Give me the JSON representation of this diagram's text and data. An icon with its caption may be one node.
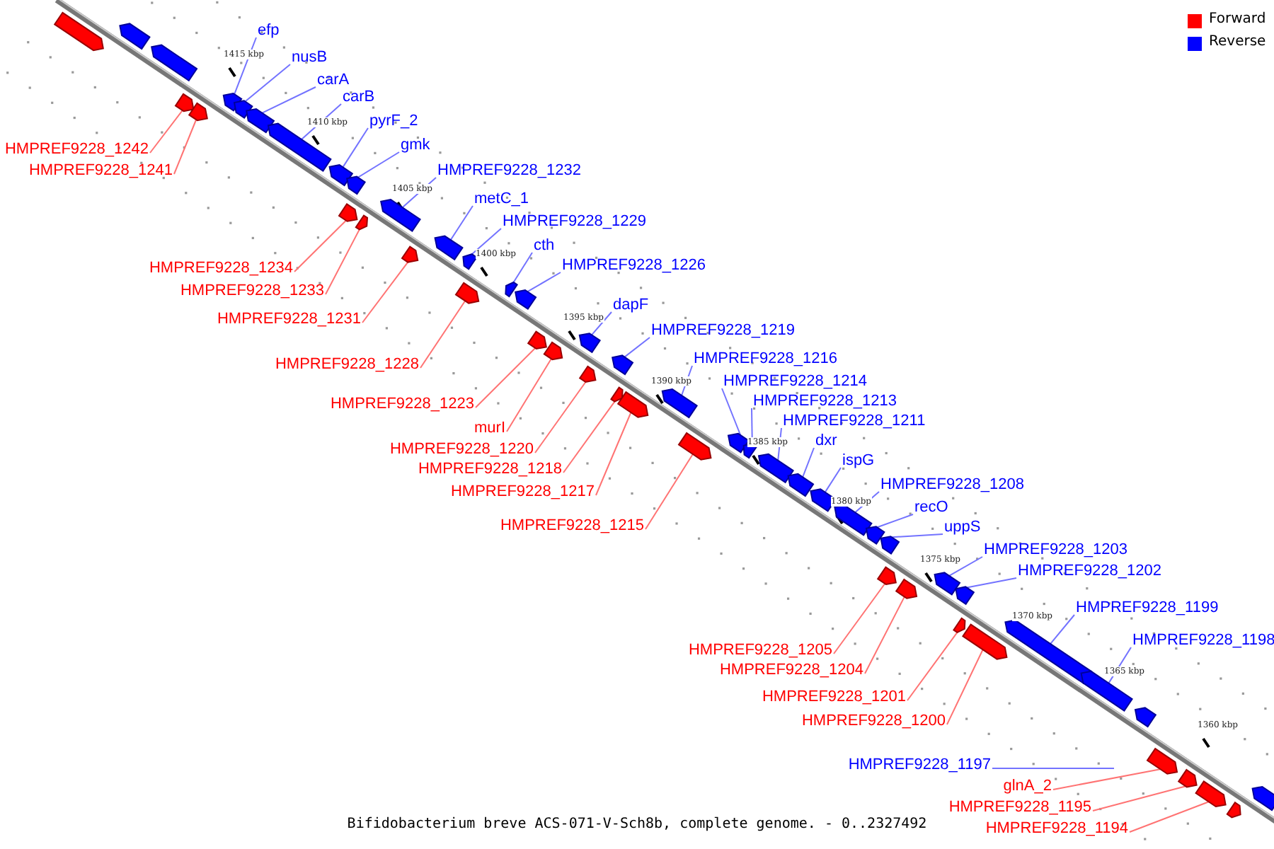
{
  "diagram": {
    "caption": "Bifidobacterium breve ACS-071-V-Sch8b, complete genome. - 0..2327492",
    "nodes": [
      {
        "text": [],
        "shape": "box"
      },
      {
        "text": [],
        "shape": "box"
      },
      {
        "text": [],
        "shape": "box"
      },
      {
        "text": [],
        "shape": "box"
      },
      {
        "text": [],
        "shape": "box"
      },
      {
        "text": [],
        "shape": "box"
      },
      {
        "text": [],
        "shape": "box"
      },
      {
        "text": [],
        "shape": "box"
      },
      {
        "text": [],
        "shape": "box"
      },
      {
        "text": [],
        "shape": "box"
      },
      {
        "text": [],
        "shape": "box"
      },
      {
        "text": [],
        "shape": "box"
      },
      {
        "text": [],
        "shape": "box"
      },
      {
        "text": [],
        "shape": "box"
      },
      {
        "text": [],
        "shape": "box"
      },
      {
        "text": [],
        "shape": "box"
      },
      {
        "text": [],
        "shape": "box"
      },
      {
        "text": [],
        "shape": "box"
      },
      {
        "text": [],
        "shape": "box"
      },
      {
        "text": [],
        "shape": "box"
      },
      {
        "text": [],
        "shape": "box"
      },
      {
        "text": [],
        "shape": "box"
      },
      {
        "text": [],
        "shape": "box"
      },
      {
        "text": [],
        "shape": "box"
      },
      {
        "text": [],
        "shape": "box"
      },
      {
        "text": [],
        "shape": "box"
      },
      {
        "text": [],
        "shape": "box"
      },
      {
        "text": [],
        "shape": "box"
      },
      {
        "text": [],
        "shape": "box"
      },
      {
        "text": [],
        "shape": "box"
      },
      {
        "text": [],
        "shape": "box"
      },
      {
        "text": [],
        "shape": "box"
      },
      {
        "text": [],
        "shape": "box"
      },
      {
        "text": [],
        "shape": "box"
      },
      {
        "text": [],
        "shape": "box"
      },
      {
        "text": [],
        "shape": "box"
      },
      {
        "text": [],
        "shape": "box"
      },
      {
        "text": [],
        "shape": "box"
      },
      {
        "text": [],
        "shape": "box"
      },
      {
        "text": [],
        "shape": "box"
      },
      {
        "text": [],
        "shape": "box"
      },
      {
        "text": [],
        "shape": "box"
      },
      {
        "text": [],
        "shape": "box"
      },
      {
        "text": [],
        "shape": "box"
      },
      {
        "text": [],
        "shape": "box"
      },
      {
        "text": [],
        "shape": "box"
      },
      {
        "text": [],
        "shape": "box"
      },
      {
        "text": [],
        "shape": "box"
      },
      {
        "text": [],
        "shape": "box"
      },
      {
        "text": [],
        "shape": "box"
      },
      {
        "text": [],
        "shape": "box"
      },
      {
        "text": [
          "efp"
        ]
      },
      {
        "text": [
          "nusB"
        ]
      },
      {
        "text": [
          "carA"
        ]
      },
      {
        "text": [
          "carB"
        ]
      },
      {
        "text": [
          "pyrF_2"
        ]
      },
      {
        "text": [
          "gmk"
        ]
      },
      {
        "text": [
          "HMPREF9228_1232"
        ]
      },
      {
        "text": [
          "metC_1"
        ]
      },
      {
        "text": [
          "HMPREF9228_1229"
        ]
      },
      {
        "text": [
          "cth"
        ]
      },
      {
        "text": [
          "HMPREF9228_1226"
        ]
      },
      {
        "text": [
          "dapF"
        ]
      },
      {
        "text": [
          "HMPREF9228_1219"
        ]
      },
      {
        "text": [
          "HMPREF9228_1216"
        ]
      },
      {
        "text": [
          "HMPREF9228_1214"
        ]
      },
      {
        "text": [
          "HMPREF9228_1213"
        ]
      },
      {
        "text": [
          "HMPREF9228_1211"
        ]
      },
      {
        "text": [
          "dxr"
        ]
      },
      {
        "text": [
          "ispG"
        ]
      },
      {
        "text": [
          "HMPREF9228_1208"
        ]
      },
      {
        "text": [
          "recO"
        ]
      },
      {
        "text": [
          "uppS"
        ]
      },
      {
        "text": [
          "HMPREF9228_1203"
        ]
      },
      {
        "text": [
          "HMPREF9228_1202"
        ]
      },
      {
        "text": [
          "HMPREF9228_1199"
        ]
      },
      {
        "text": [
          "HMPREF9228_1198"
        ]
      },
      {
        "text": [
          "HMPREF9228_1197"
        ]
      },
      {
        "text": [
          "HMPREF9228_1242"
        ]
      },
      {
        "text": [
          "HMPREF9228_1241"
        ]
      },
      {
        "text": [
          "HMPREF9228_1234"
        ]
      },
      {
        "text": [
          "HMPREF9228_1233"
        ]
      },
      {
        "text": [
          "HMPREF9228_1231"
        ]
      },
      {
        "text": [
          "HMPREF9228_1228"
        ]
      },
      {
        "text": [
          "HMPREF9228_1223"
        ]
      },
      {
        "text": [
          "murI"
        ]
      },
      {
        "text": [
          "HMPREF9228_1220"
        ]
      },
      {
        "text": [
          "HMPREF9228_1218"
        ]
      },
      {
        "text": [
          "HMPREF9228_1217"
        ]
      },
      {
        "text": [
          "HMPREF9228_1215"
        ]
      },
      {
        "text": [
          "HMPREF9228_1205"
        ]
      },
      {
        "text": [
          "HMPREF9228_1204"
        ]
      },
      {
        "text": [
          "HMPREF9228_1201"
        ]
      },
      {
        "text": [
          "HMPREF9228_1200"
        ]
      },
      {
        "text": [
          "glnA_2"
        ]
      },
      {
        "text": [
          "HMPREF9228_1195"
        ]
      },
      {
        "text": [
          "HMPREF9228_1194"
        ]
      }
    ],
    "edges": [
      {
        "from": 51,
        "to": 5,
        "arrow": "none"
      },
      {
        "from": 52,
        "to": 6,
        "arrow": "none"
      },
      {
        "from": 53,
        "to": 7,
        "arrow": "none"
      },
      {
        "from": 54,
        "to": 8,
        "arrow": "none"
      },
      {
        "from": 55,
        "to": 9,
        "arrow": "none"
      },
      {
        "from": 56,
        "to": 10,
        "arrow": "none"
      },
      {
        "from": 57,
        "to": 13,
        "arrow": "none"
      },
      {
        "from": 58,
        "to": 15,
        "arrow": "none"
      },
      {
        "from": 59,
        "to": 16,
        "arrow": "none"
      },
      {
        "from": 60,
        "to": 18,
        "arrow": "none"
      },
      {
        "from": 61,
        "to": 19,
        "arrow": "none"
      },
      {
        "from": 62,
        "to": 22,
        "arrow": "none"
      },
      {
        "from": 63,
        "to": 25,
        "arrow": "none"
      },
      {
        "from": 64,
        "to": 27,
        "arrow": "none"
      },
      {
        "from": 65,
        "to": 29,
        "arrow": "none"
      },
      {
        "from": 66,
        "to": 30,
        "arrow": "none"
      },
      {
        "from": 67,
        "to": 31,
        "arrow": "none"
      },
      {
        "from": 68,
        "to": 32,
        "arrow": "none"
      },
      {
        "from": 69,
        "to": 33,
        "arrow": "none"
      },
      {
        "from": 70,
        "to": 34,
        "arrow": "none"
      },
      {
        "from": 71,
        "to": 35,
        "arrow": "none"
      },
      {
        "from": 72,
        "to": 36,
        "arrow": "none"
      },
      {
        "from": 73,
        "to": 39,
        "arrow": "none"
      },
      {
        "from": 74,
        "to": 40,
        "arrow": "none"
      },
      {
        "from": 75,
        "to": 43,
        "arrow": "none"
      },
      {
        "from": 76,
        "to": 44,
        "arrow": "none"
      },
      {
        "from": 77,
        "to": null,
        "arrow": "none"
      },
      {
        "from": 78,
        "to": 3,
        "arrow": "none",
        "color": "#ff7373"
      },
      {
        "from": 79,
        "to": 4,
        "arrow": "none",
        "color": "#ff7373"
      },
      {
        "from": 80,
        "to": 11,
        "arrow": "none",
        "color": "#ff7373"
      },
      {
        "from": 81,
        "to": 12,
        "arrow": "none",
        "color": "#ff7373"
      },
      {
        "from": 82,
        "to": 14,
        "arrow": "none",
        "color": "#ff7373"
      },
      {
        "from": 83,
        "to": 17,
        "arrow": "none",
        "color": "#ff7373"
      },
      {
        "from": 84,
        "to": 20,
        "arrow": "none",
        "color": "#ff7373"
      },
      {
        "from": 85,
        "to": 21,
        "arrow": "none",
        "color": "#ff7373"
      },
      {
        "from": 86,
        "to": 23,
        "arrow": "none",
        "color": "#ff7373"
      },
      {
        "from": 87,
        "to": 24,
        "arrow": "none",
        "color": "#ff7373"
      },
      {
        "from": 88,
        "to": 26,
        "arrow": "none",
        "color": "#ff7373"
      },
      {
        "from": 89,
        "to": 28,
        "arrow": "none",
        "color": "#ff7373"
      },
      {
        "from": 90,
        "to": 37,
        "arrow": "none",
        "color": "#ff7373"
      },
      {
        "from": 91,
        "to": 38,
        "arrow": "none",
        "color": "#ff7373"
      },
      {
        "from": 92,
        "to": 41,
        "arrow": "none",
        "color": "#ff7373"
      },
      {
        "from": 93,
        "to": 42,
        "arrow": "none",
        "color": "#ff7373"
      },
      {
        "from": 94,
        "to": 46,
        "arrow": "none",
        "color": "#ff7373"
      },
      {
        "from": 95,
        "to": 47,
        "arrow": "none",
        "color": "#ff7373"
      },
      {
        "from": 96,
        "to": 48,
        "arrow": "none",
        "color": "#ff7373"
      }
    ],
    "labels": [
      "1415 kbp",
      "1410 kbp",
      "1405 kbp",
      "1400 kbp",
      "1395 kbp",
      "1390 kbp",
      "1385 kbp",
      "1380 kbp",
      "1375 kbp",
      "1370 kbp",
      "1365 kbp",
      "1360 kbp"
    ],
    "legend": [
      {
        "text": "Forward",
        "color": "#ff0000"
      },
      {
        "text": "Reverse",
        "color": "#0000ff"
      }
    ]
  }
}
